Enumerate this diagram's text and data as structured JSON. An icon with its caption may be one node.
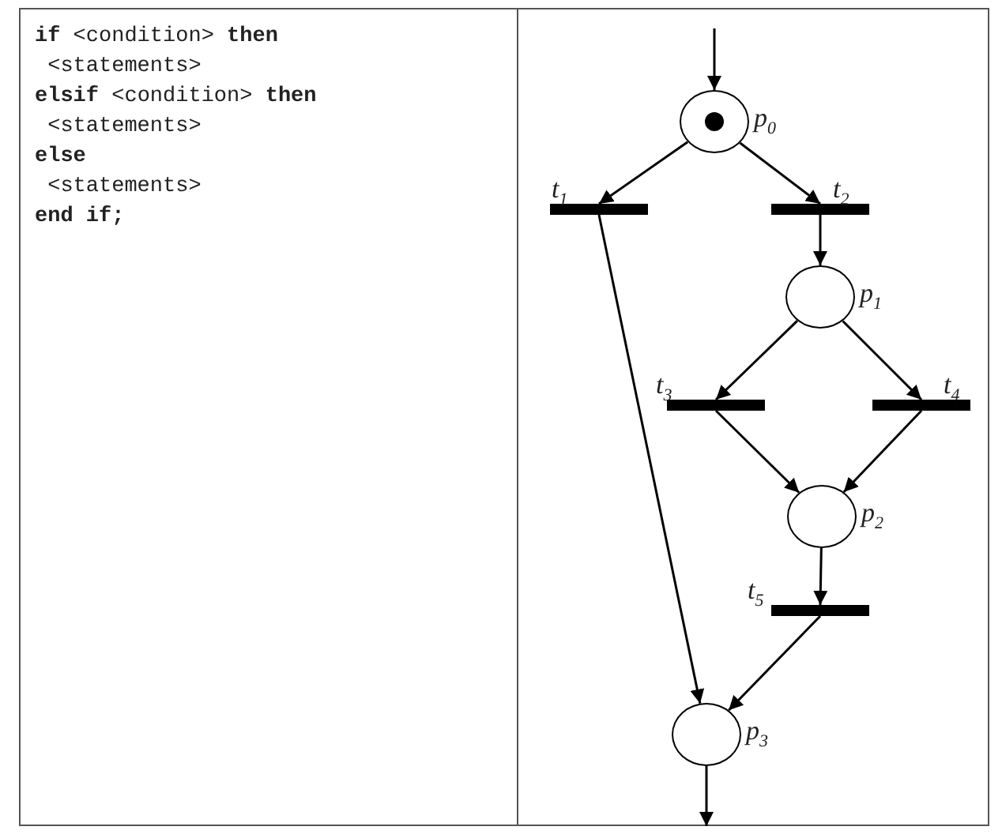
{
  "diagram": {
    "nodes": [
      {
        "text": [],
        "shape": "circle",
        "beside": [
          "p$_{0}$"
        ]
      },
      {
        "text": [],
        "shape": "bar",
        "beside": [
          "t$_{1}$"
        ]
      },
      {
        "text": [],
        "shape": "bar",
        "beside": [
          "t$_{2}$"
        ]
      },
      {
        "text": [],
        "shape": "circle",
        "beside": [
          "p$_{1}$"
        ]
      },
      {
        "text": [],
        "shape": "bar",
        "beside": [
          "t$_{3}$"
        ]
      },
      {
        "text": [],
        "shape": "bar",
        "beside": [
          "t$_{4}$"
        ]
      },
      {
        "text": [],
        "shape": "circle",
        "beside": [
          "p$_{2}$"
        ]
      },
      {
        "text": [],
        "shape": "bar",
        "beside": [
          "t$_{5}$"
        ]
      },
      {
        "text": [],
        "shape": "circle",
        "beside": [
          "p$_{3}$"
        ]
      }
    ],
    "edges": [
      {
        "from": null,
        "to": 0,
        "arrow": "to"
      },
      {
        "from": 0,
        "to": 1,
        "arrow": "to"
      },
      {
        "from": 0,
        "to": 2,
        "arrow": "to"
      },
      {
        "from": 2,
        "to": 3,
        "arrow": "to"
      },
      {
        "from": 3,
        "to": 4,
        "arrow": "to"
      },
      {
        "from": 3,
        "to": 5,
        "arrow": "to"
      },
      {
        "from": 4,
        "to": 6,
        "arrow": "to"
      },
      {
        "from": 5,
        "to": 6,
        "arrow": "to"
      },
      {
        "from": 6,
        "to": 7,
        "arrow": "to"
      },
      {
        "from": 1,
        "to": 8,
        "arrow": "to"
      },
      {
        "from": 7,
        "to": 8,
        "arrow": "to"
      },
      {
        "from": 8,
        "to": null,
        "arrow": "to"
      }
    ],
    "labels": [
      "**if** <condition> **then**",
      " <statements>",
      "**elsif** <condition> **then**",
      " <statements>",
      "**else**",
      " <statements>",
      "**end if;**"
    ]
  }
}
